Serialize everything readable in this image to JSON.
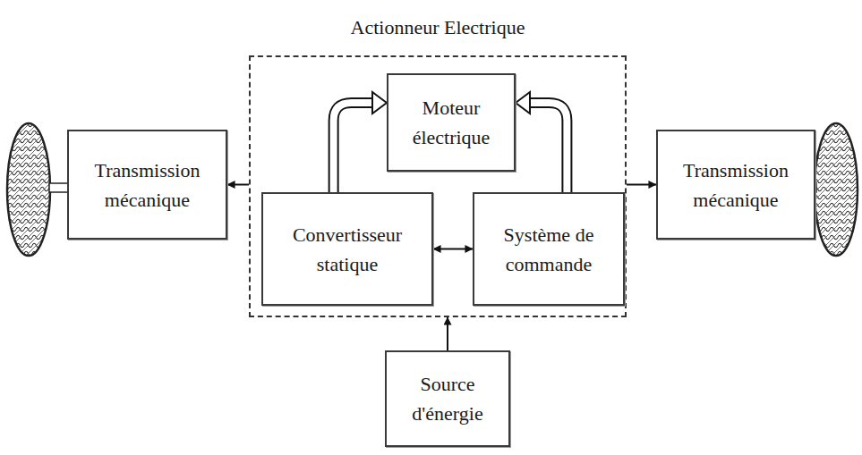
{
  "diagram": {
    "nodes": [
      {
        "text": [
          "Actionneur Electrique"
        ]
      },
      {
        "text": [
          "Moteur électrique"
        ],
        "in": 0
      },
      {
        "text": [
          "Convertisseur statique"
        ],
        "in": 0
      },
      {
        "text": [
          "Système de commande"
        ],
        "in": 0
      },
      {
        "text": [
          "Transmission mécanique"
        ]
      },
      {
        "text": [
          "Transmission mécanique"
        ]
      },
      {
        "text": [
          "Source d'énergie"
        ]
      }
    ],
    "edges": [
      {
        "from": 2,
        "to": 1,
        "arrow": "to"
      },
      {
        "from": 3,
        "to": 1,
        "arrow": "to"
      },
      {
        "from": 2,
        "to": 3,
        "arrow": "both"
      },
      {
        "from": 0,
        "to": 4,
        "arrow": "to"
      },
      {
        "from": 0,
        "to": 5,
        "arrow": "to"
      },
      {
        "from": 6,
        "to": 0,
        "arrow": "to"
      }
    ]
  }
}
